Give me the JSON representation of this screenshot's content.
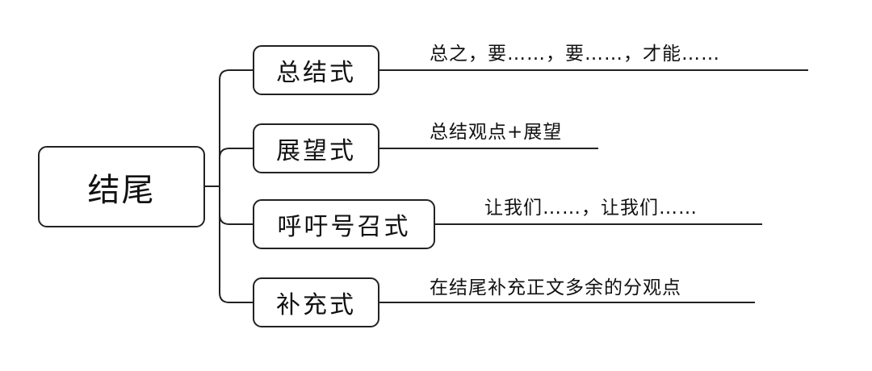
{
  "root": {
    "label": "结尾"
  },
  "branches": [
    {
      "label": "总结式",
      "note": "总之，要……，要……，才能……"
    },
    {
      "label": "展望式",
      "note": "总结观点+展望"
    },
    {
      "label": "呼吁号召式",
      "note": "让我们……，让我们……"
    },
    {
      "label": "补充式",
      "note": "在结尾补充正文多余的分观点"
    }
  ]
}
